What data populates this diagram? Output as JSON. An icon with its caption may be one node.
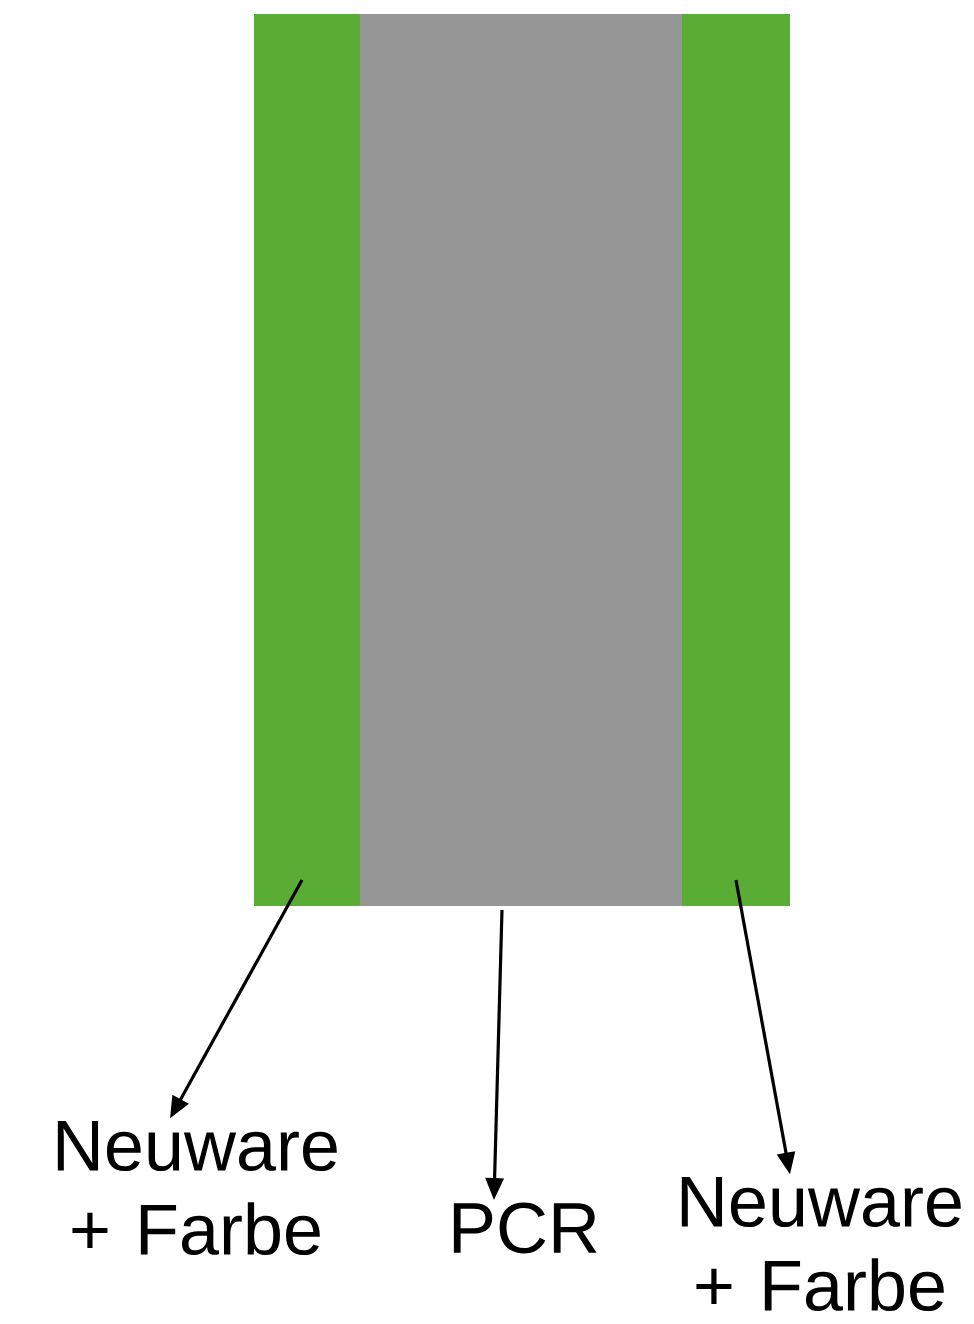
{
  "diagram": {
    "nodes": [
      {
        "text": [],
        "shape": "bar"
      },
      {
        "text": [],
        "shape": "bar"
      },
      {
        "text": [],
        "shape": "bar"
      },
      {
        "text": [
          "Neuware + Farbe"
        ]
      },
      {
        "text": [
          "PCR"
        ]
      },
      {
        "text": [
          "Neuware + Farbe"
        ]
      }
    ],
    "edges": [
      {
        "from": 0,
        "to": 3,
        "arrow": "to"
      },
      {
        "from": 1,
        "to": 4,
        "arrow": "to"
      },
      {
        "from": 2,
        "to": 5,
        "arrow": "to"
      }
    ]
  }
}
